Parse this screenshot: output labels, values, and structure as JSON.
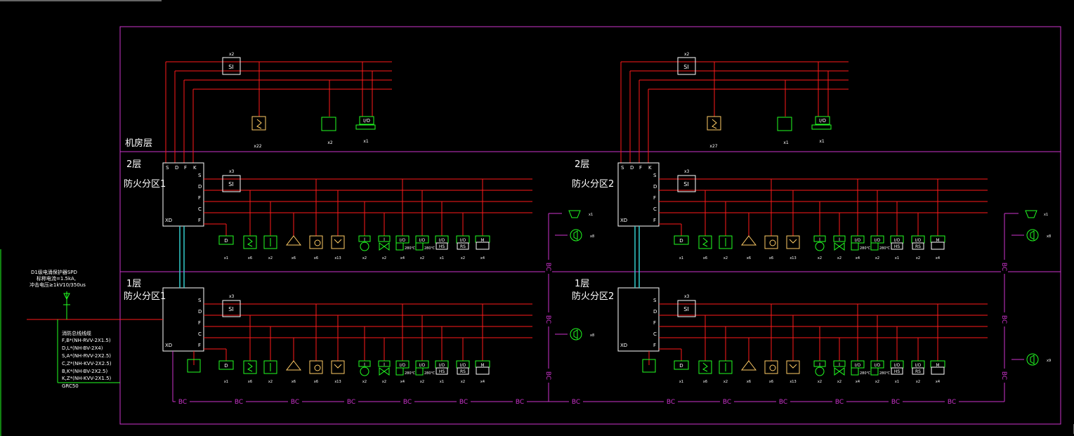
{
  "floors": {
    "machine_room": "机房层",
    "floor2": "2层",
    "floor1": "1层"
  },
  "zones": {
    "zone1": "防火分区1",
    "zone2": "防火分区2"
  },
  "terminals": {
    "top": [
      "S",
      "D",
      "F",
      "K"
    ],
    "side": [
      "S",
      "D",
      "F",
      "C",
      "F"
    ],
    "xd": "XD",
    "si": "SI",
    "bc": "BC"
  },
  "spd": {
    "title": "D1级电涌保护器SPD",
    "line1": "标称电流=1.5kA,",
    "line2": "冲击电压≥1kV10/350us"
  },
  "cables": {
    "title": "消防总线线缆",
    "lines": [
      "F,B*(NH-RVV-2X1.5)",
      "D,L*(NH-BV-2X4)",
      "S,A*(NH-RVV-2X2.5)",
      "C,Z*(NH-KVV-2X2.5)",
      "B,K*(NH-BV-2X2.5)",
      "K,Z*(NH-KVV-2X1.5)",
      "GRC50"
    ]
  },
  "device_labels": {
    "row": [
      "x1",
      "x6",
      "x2",
      "x6",
      "x6",
      "x13",
      "x2",
      "x2",
      "x4",
      "x2",
      "x1",
      "x2",
      "x4"
    ],
    "io": "I/O",
    "hs": "HS",
    "rs": "RS",
    "temp": "280℃",
    "small_i": "I",
    "d": "D",
    "l": "L",
    "m": "M"
  },
  "machine_labels": {
    "left": [
      "x2",
      "x22",
      "x2",
      "x1"
    ],
    "right": [
      "x2",
      "x27",
      "x1",
      "x1"
    ]
  },
  "colors": {
    "red": "#ff1a1a",
    "magenta": "#cc33cc",
    "green": "#22ff22",
    "white": "#ffffff",
    "cyan": "#33cccc",
    "yellow": "#ffcc66"
  }
}
